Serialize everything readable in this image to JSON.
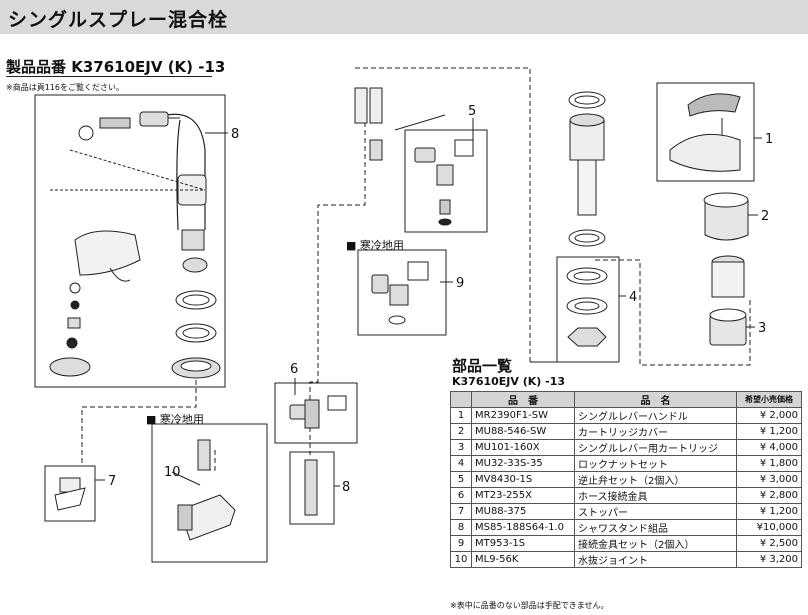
{
  "header": {
    "title": "シングルスプレー混合栓"
  },
  "product": {
    "label": "製品品番 K37610EJV (K) -13",
    "note": "※商品は頁116をご覧ください。"
  },
  "diagram": {
    "cold_region_1": "■ 寒冷地用",
    "cold_region_2": "■ 寒冷地用",
    "callouts": [
      "8",
      "5",
      "9",
      "4",
      "1",
      "2",
      "3",
      "6",
      "7",
      "10",
      "8"
    ]
  },
  "parts_list": {
    "title": "部品一覧",
    "model": "K37610EJV (K) -13",
    "headers": [
      "品　番",
      "品　名",
      "希望小売価格"
    ],
    "rows": [
      {
        "no": "1",
        "part_no": "MR2390F1-SW",
        "name": "シングルレバーハンドル",
        "price": "¥ 2,000"
      },
      {
        "no": "2",
        "part_no": "MU88-546-SW",
        "name": "カートリッジカバー",
        "price": "¥ 1,200"
      },
      {
        "no": "3",
        "part_no": "MU101-160X",
        "name": "シングルレバー用カートリッジ",
        "price": "¥ 4,000"
      },
      {
        "no": "4",
        "part_no": "MU32-33S-35",
        "name": "ロックナットセット",
        "price": "¥ 1,800"
      },
      {
        "no": "5",
        "part_no": "MV8430-1S",
        "name": "逆止弁セット（2個入）",
        "price": "¥ 3,000"
      },
      {
        "no": "6",
        "part_no": "MT23-255X",
        "name": "ホース接続金具",
        "price": "¥ 2,800"
      },
      {
        "no": "7",
        "part_no": "MU88-375",
        "name": "ストッパー",
        "price": "¥ 1,200"
      },
      {
        "no": "8",
        "part_no": "MS85-188S64-1.0",
        "name": "シャワスタンド組品",
        "price": "¥10,000"
      },
      {
        "no": "9",
        "part_no": "MT953-1S",
        "name": "接続金具セット（2個入）",
        "price": "¥ 2,500"
      },
      {
        "no": "10",
        "part_no": "ML9-56K",
        "name": "水抜ジョイント",
        "price": "¥ 3,200"
      }
    ],
    "footnote": "※表中に品番のない部品は手配できません。"
  }
}
